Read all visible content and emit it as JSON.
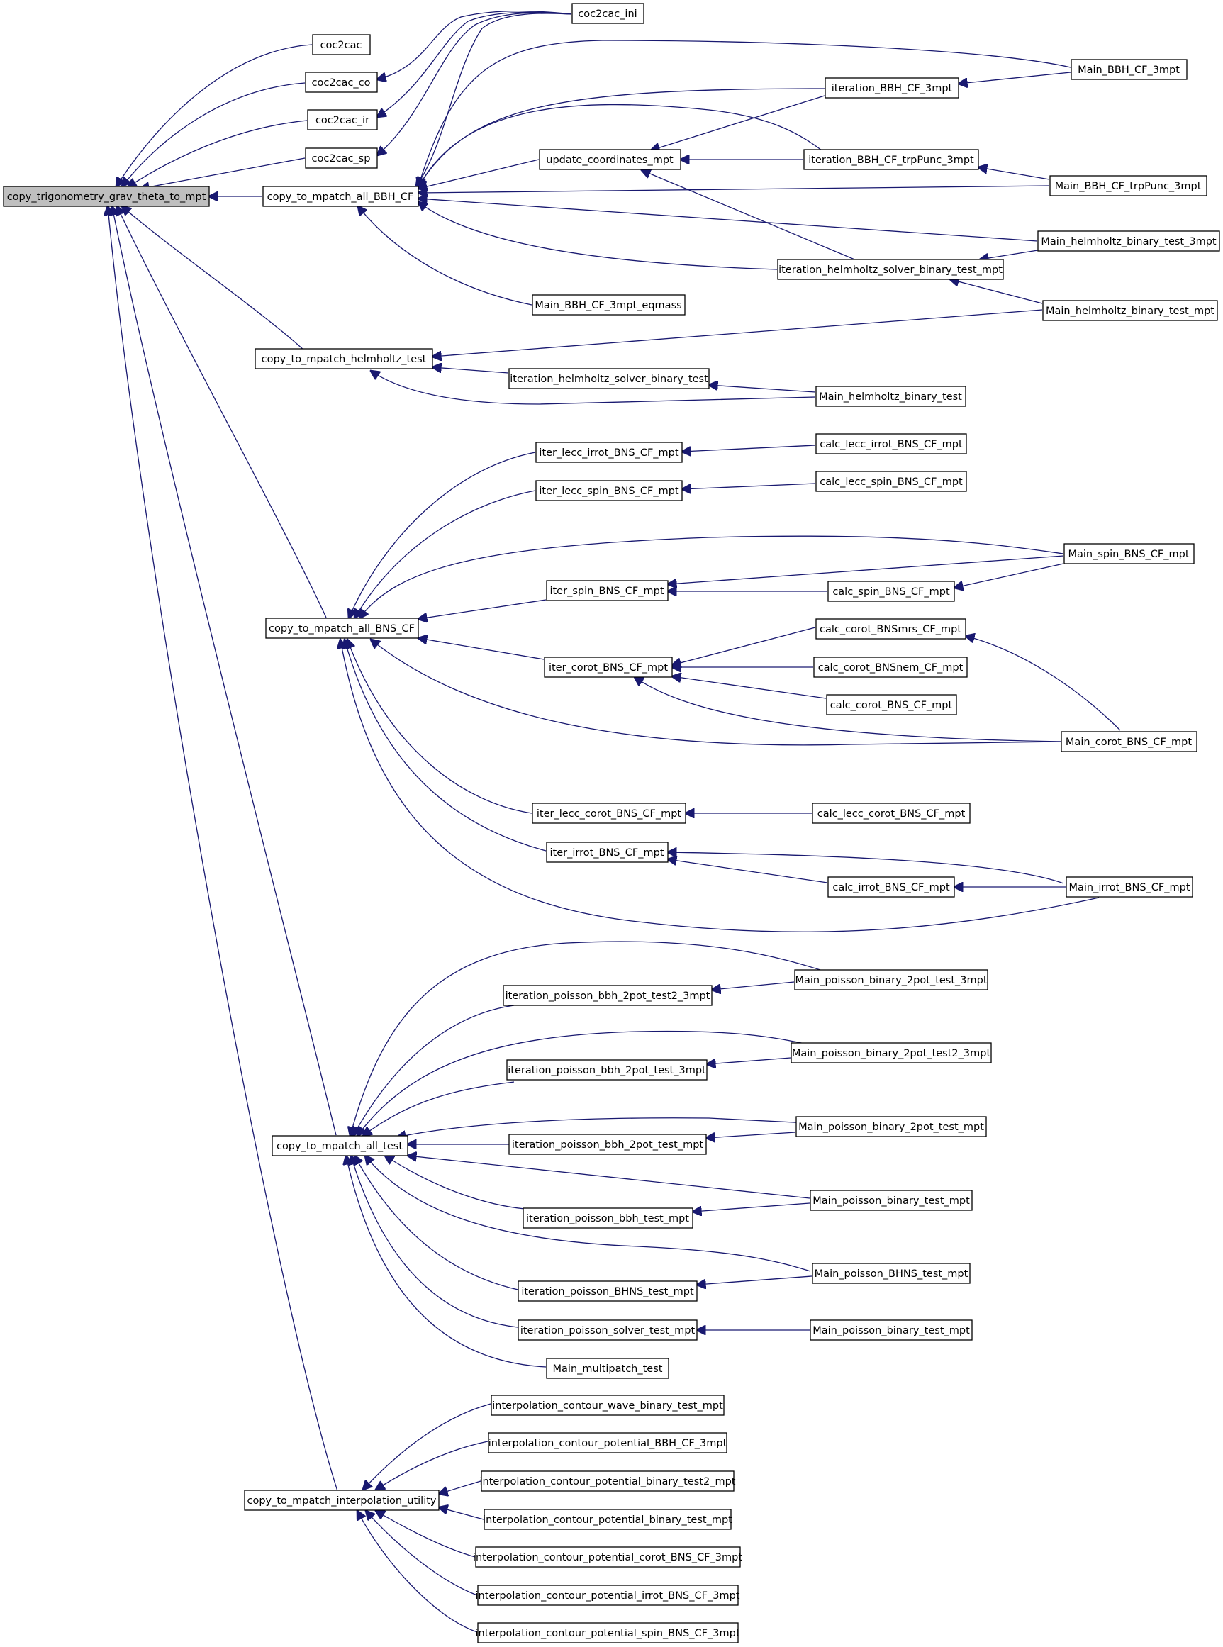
{
  "graph": {
    "nodes": {
      "root": "copy_trigonometry_grav_theta_to_mpt",
      "coc2cac": "coc2cac",
      "coc2cac_co": "coc2cac_co",
      "coc2cac_ir": "coc2cac_ir",
      "coc2cac_sp": "coc2cac_sp",
      "coc2cac_ini": "coc2cac_ini",
      "mp_bbh": "copy_to_mpatch_all_BBH_CF",
      "update_coord": "update_coordinates_mpt",
      "iter_bbh3": "iteration_BBH_CF_3mpt",
      "iter_bbh_trp": "iteration_BBH_CF_trpPunc_3mpt",
      "iter_helm_mpt": "iteration_helmholtz_solver_binary_test_mpt",
      "main_bbh3_eq": "Main_BBH_CF_3mpt_eqmass",
      "main_bbh3": "Main_BBH_CF_3mpt",
      "main_bbh_trp": "Main_BBH_CF_trpPunc_3mpt",
      "main_helm3": "Main_helmholtz_binary_test_3mpt",
      "main_helm_mpt": "Main_helmholtz_binary_test_mpt",
      "mp_helm": "copy_to_mpatch_helmholtz_test",
      "iter_helm": "iteration_helmholtz_solver_binary_test",
      "main_helm": "Main_helmholtz_binary_test",
      "mp_bns": "copy_to_mpatch_all_BNS_CF",
      "iter_lecc_irrot": "iter_lecc_irrot_BNS_CF_mpt",
      "iter_lecc_spin": "iter_lecc_spin_BNS_CF_mpt",
      "iter_spin": "iter_spin_BNS_CF_mpt",
      "iter_corot": "iter_corot_BNS_CF_mpt",
      "iter_lecc_corot": "iter_lecc_corot_BNS_CF_mpt",
      "iter_irrot": "iter_irrot_BNS_CF_mpt",
      "calc_lecc_irrot": "calc_lecc_irrot_BNS_CF_mpt",
      "calc_lecc_spin": "calc_lecc_spin_BNS_CF_mpt",
      "calc_spin": "calc_spin_BNS_CF_mpt",
      "calc_corot_mrs": "calc_corot_BNSmrs_CF_mpt",
      "calc_corot_nem": "calc_corot_BNSnem_CF_mpt",
      "calc_corot": "calc_corot_BNS_CF_mpt",
      "calc_lecc_corot": "calc_lecc_corot_BNS_CF_mpt",
      "calc_irrot": "calc_irrot_BNS_CF_mpt",
      "main_spin": "Main_spin_BNS_CF_mpt",
      "main_corot": "Main_corot_BNS_CF_mpt",
      "main_irrot": "Main_irrot_BNS_CF_mpt",
      "mp_test": "copy_to_mpatch_all_test",
      "ip_2pot2_3": "iteration_poisson_bbh_2pot_test2_3mpt",
      "ip_2pot_3": "iteration_poisson_bbh_2pot_test_3mpt",
      "ip_2pot_mpt": "iteration_poisson_bbh_2pot_test_mpt",
      "ip_bbh": "iteration_poisson_bbh_test_mpt",
      "ip_bhns": "iteration_poisson_BHNS_test_mpt",
      "ip_solver": "iteration_poisson_solver_test_mpt",
      "main_multipatch": "Main_multipatch_test",
      "mp_2pot_3": "Main_poisson_binary_2pot_test_3mpt",
      "mp_2pot2_3": "Main_poisson_binary_2pot_test2_3mpt",
      "mp_2pot_mpt": "Main_poisson_binary_2pot_test_mpt",
      "mp_bin1": "Main_poisson_binary_test_mpt",
      "mp_bhns": "Main_poisson_BHNS_test_mpt",
      "mp_bin2": "Main_poisson_binary_test_mpt",
      "mp_interp": "copy_to_mpatch_interpolation_utility",
      "ic_wave": "interpolation_contour_wave_binary_test_mpt",
      "ic_bbh": "interpolation_contour_potential_BBH_CF_3mpt",
      "ic_bin2": "interpolation_contour_potential_binary_test2_mpt",
      "ic_bin": "interpolation_contour_potential_binary_test_mpt",
      "ic_corot": "interpolation_contour_potential_corot_BNS_CF_3mpt",
      "ic_irrot": "interpolation_contour_potential_irrot_BNS_CF_3mpt",
      "ic_spin": "interpolation_contour_potential_spin_BNS_CF_3mpt"
    },
    "colors": {
      "edge": "#191970",
      "node_border": "#000000",
      "node_fill": "#ffffff",
      "root_fill": "#bfbfbf"
    }
  }
}
